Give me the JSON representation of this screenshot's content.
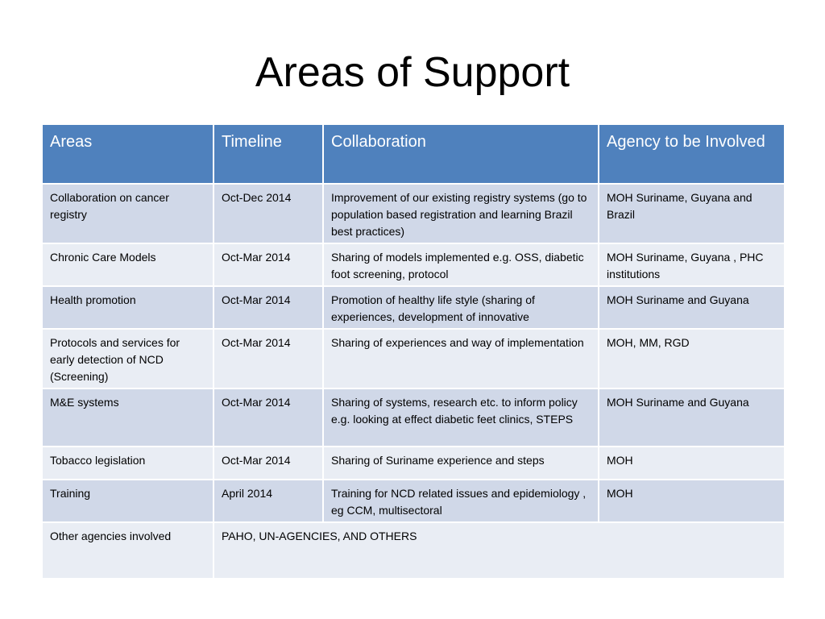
{
  "slide": {
    "title": "Areas of Support"
  },
  "table": {
    "headers": [
      "Areas",
      "Timeline",
      "Collaboration",
      "Agency to be Involved"
    ],
    "rows": [
      {
        "area": "Collaboration on cancer registry",
        "timeline": "Oct-Dec 2014",
        "collaboration": "Improvement of our existing registry systems (go to population based registration and learning Brazil best practices)",
        "agency": "MOH Suriname,  Guyana and Brazil"
      },
      {
        "area": "Chronic Care Models",
        "timeline": "Oct-Mar 2014",
        "collaboration": "Sharing of models implemented e.g. OSS, diabetic foot screening, protocol",
        "agency": "MOH Suriname,  Guyana , PHC institutions"
      },
      {
        "area": "Health promotion",
        "timeline": "Oct-Mar 2014",
        "collaboration": "Promotion of healthy life style (sharing of experiences, development of innovative",
        "agency": "MOH Suriname and Guyana"
      },
      {
        "area": "Protocols and services for early detection of NCD (Screening)",
        "timeline": "Oct-Mar 2014",
        "collaboration": "Sharing of experiences and way of implementation",
        "agency": "MOH, MM, RGD"
      },
      {
        "area": "M&E systems",
        "timeline": "Oct-Mar 2014",
        "collaboration": "Sharing of systems, research etc. to inform policy e.g. looking at effect diabetic feet clinics, STEPS",
        "agency": "MOH Suriname and Guyana"
      },
      {
        "area": "Tobacco legislation",
        "timeline": "Oct-Mar 2014",
        "collaboration": "Sharing of Suriname experience and steps",
        "agency": "MOH"
      },
      {
        "area": "Training",
        "timeline": "April 2014",
        "collaboration": "Training for  NCD related issues and epidemiology , eg CCM, multisectoral",
        "agency": "MOH"
      }
    ],
    "footer": {
      "label": "Other agencies involved",
      "value": "PAHO, UN-AGENCIES, AND OTHERS"
    }
  },
  "colors": {
    "header_bg": "#4f81bd",
    "row_dark": "#d0d8e8",
    "row_light": "#e9edf4"
  }
}
